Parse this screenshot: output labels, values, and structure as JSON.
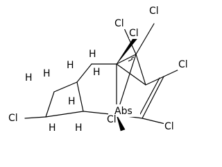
{
  "atoms": {
    "cl_top_right": "Cl",
    "cl_top_left": "Cl",
    "cl_bridgehead_upper": "Cl",
    "cl_vinyl_upper": "Cl",
    "cl_vinyl_lower": "Cl",
    "cl_bridgehead_lower": "Cl",
    "cl_cyclopentane": "Cl",
    "abs_label": "Abs",
    "h_1": "H",
    "h_2": "H",
    "h_3": "H",
    "h_4": "H",
    "h_5": "H",
    "h_6": "H",
    "h_7": "H",
    "h_8": "H"
  }
}
